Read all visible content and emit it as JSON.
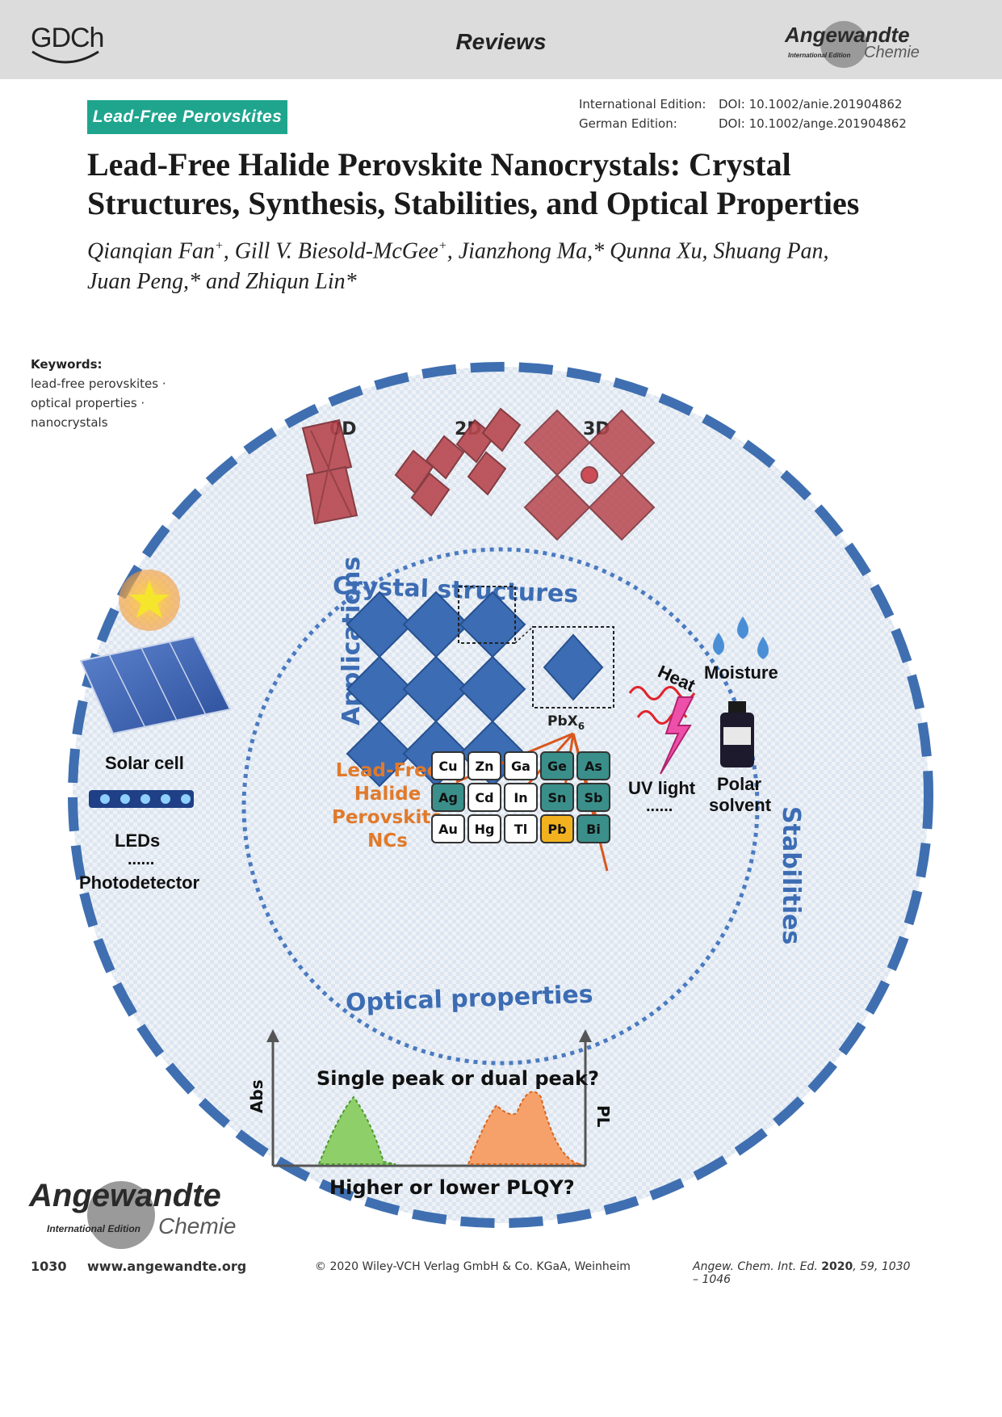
{
  "header": {
    "gdch": "GDCh",
    "section": "Reviews",
    "journal_logo": {
      "main": "Angewandte",
      "edition": "International Edition",
      "chemie": "Chemie"
    }
  },
  "topic_tag": "Lead-Free Perovskites",
  "doi": {
    "intl_label": "International Edition:",
    "intl_value": "DOI: 10.1002/anie.201904862",
    "german_label": "German Edition:",
    "german_value": "DOI: 10.1002/ange.201904862"
  },
  "title_lines": [
    "Lead-Free Halide Perovskite Nanocrystals: Crystal",
    "Structures, Synthesis, Stabilities, and Optical Properties"
  ],
  "authors": {
    "line1_a": "Qianqian Fan",
    "line1_b": ", Gill V. Biesold-McGee",
    "line1_c": ", Jianzhong Ma,* Qunna Xu, Shuang Pan,",
    "line2": "Juan Peng,* and Zhiqun Lin*",
    "plus": "+"
  },
  "keywords": {
    "heading": "Keywords:",
    "items": [
      "lead-free perovskites ·",
      "optical properties ·",
      "nanocrystals"
    ]
  },
  "figure": {
    "dims": [
      "0D",
      "2D",
      "3D"
    ],
    "crystal_structures": "Crystal structures",
    "applications": "Applications",
    "stabilities": "Stabilities",
    "optical_properties": "Optical properties",
    "pbx": "PbX",
    "pbx_sub": "6",
    "lead_free_lines": [
      "Lead-Free",
      "Halide",
      "Perovskite",
      "NCs"
    ],
    "elements": [
      [
        "Cu",
        "Zn",
        "Ga",
        "Ge",
        "As"
      ],
      [
        "Ag",
        "Cd",
        "In",
        "Sn",
        "Sb"
      ],
      [
        "Au",
        "Hg",
        "Tl",
        "Pb",
        "Bi"
      ]
    ],
    "apps": [
      "Solar cell",
      "LEDs",
      "......",
      "Photodetector"
    ],
    "stab": {
      "heat": "Heat",
      "moisture": "Moisture",
      "uv": "UV light",
      "dots": "......",
      "polar1": "Polar",
      "polar2": "solvent"
    },
    "spectrum": {
      "question1": "Single peak or dual peak?",
      "question2": "Higher or lower PLQY?",
      "abs": "Abs",
      "pl": "PL"
    },
    "colors": {
      "rim": "#3f6fb0",
      "octahedra_red": "#b8474f",
      "octahedra_blue": "#3c6cb3",
      "abs_peak": "#8fcf6a",
      "pl_peak": "#f7a16a",
      "cell_teal": "#3a8f8a",
      "cell_pb": "#f2b21f",
      "lead_free_text": "#e07a2c"
    }
  },
  "footer": {
    "page": "1030",
    "site": "www.angewandte.org",
    "copyright": "© 2020 Wiley-VCH Verlag GmbH & Co. KGaA, Weinheim",
    "cite_a": "Angew. Chem. Int. Ed.",
    "cite_year": "2020",
    "cite_b": ", 59, 1030 – 1046"
  }
}
